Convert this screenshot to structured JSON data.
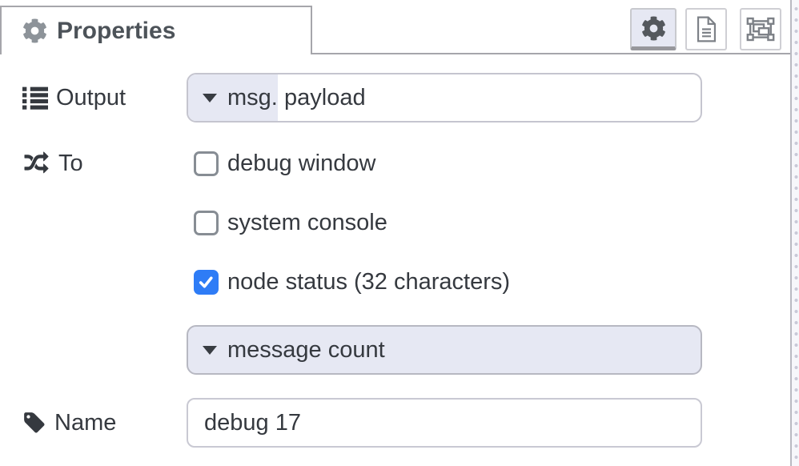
{
  "panel": {
    "tab_label": "Properties",
    "toolbar": {
      "properties_icon": "gear-icon",
      "description_icon": "file-text-icon",
      "appearance_icon": "object-group-icon",
      "selected_button": "properties"
    }
  },
  "form": {
    "output": {
      "label": "Output",
      "icon": "list-icon",
      "type_selector": "msg.",
      "property_value": "payload"
    },
    "to": {
      "label": "To",
      "icon": "shuffle-icon",
      "options": [
        {
          "label": "debug window",
          "checked": false
        },
        {
          "label": "system console",
          "checked": false
        },
        {
          "label": "node status (32 characters)",
          "checked": true
        }
      ]
    },
    "status": {
      "selected_option": "message count"
    },
    "name": {
      "label": "Name",
      "icon": "tag-icon",
      "value": "debug 17"
    }
  },
  "colors": {
    "accent_blue": "#2e7cf6",
    "lavender_fill": "#e6e8f3",
    "border_gray": "#a6a6ab",
    "input_border": "#c9c9d3",
    "text_dark": "#35393f",
    "tab_text": "#4d5359",
    "icon_gray": "#7d8187"
  }
}
